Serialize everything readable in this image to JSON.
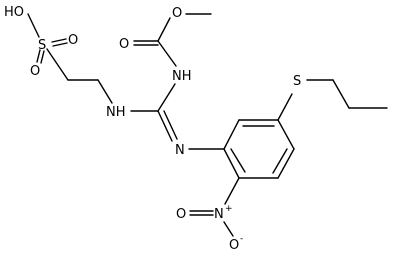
{
  "molecule": {
    "atoms": {
      "ho": "HO",
      "s_sulfonyl": "S",
      "o_sulfonyl_bottom": "O",
      "o_sulfonyl_right": "O",
      "nh_left": "NH",
      "nh_top": "NH",
      "n_imine": "N",
      "o_carbonyl": "O",
      "o_ester": "O",
      "s_thioether": "S",
      "n_nitro": "N",
      "n_nitro_charge": "+",
      "o_nitro_left": "O",
      "o_nitro_bottom": "O",
      "o_nitro_charge": "-"
    }
  }
}
